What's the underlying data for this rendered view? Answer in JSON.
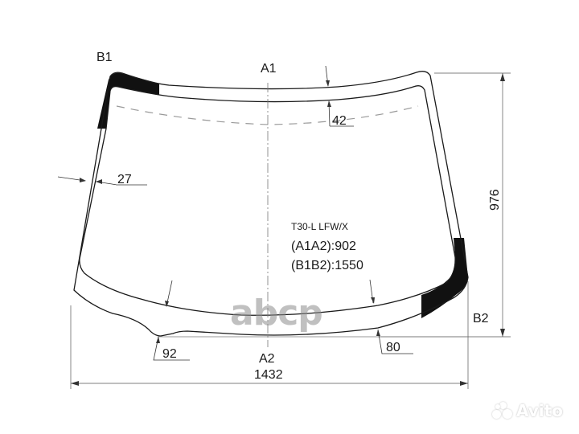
{
  "diagram": {
    "type": "windshield-dimension-drawing",
    "part_code": "T30-L LFW/X",
    "labels": {
      "b1": "B1",
      "b2": "B2",
      "a1": "A1",
      "a2": "A2"
    },
    "measurements": {
      "a1a2": "(A1A2):902",
      "b1b2": "(B1B2):1550"
    },
    "dimensions": {
      "top_band": "42",
      "side_band": "27",
      "bottom_left": "92",
      "bottom_right": "80",
      "height": "976",
      "width": "1432"
    },
    "colors": {
      "line": "#1a1a1a",
      "dashed": "#999999",
      "fill_black": "#111111",
      "watermark": "#8c8c8c"
    }
  },
  "watermarks": {
    "center": "abcp",
    "corner": "Avito"
  }
}
